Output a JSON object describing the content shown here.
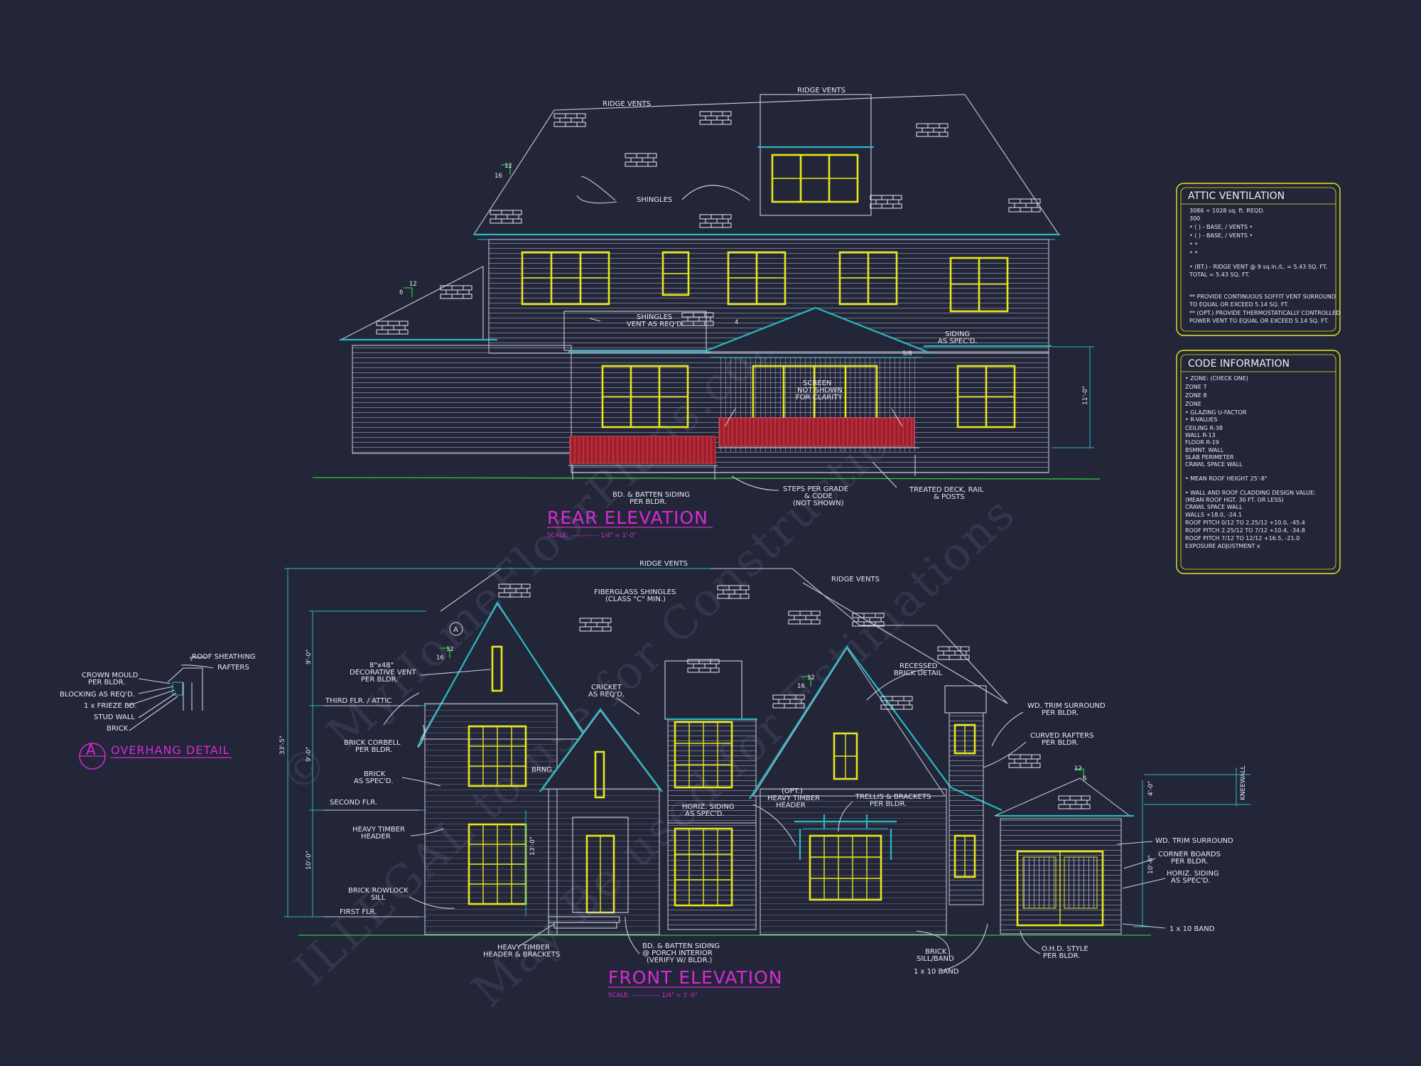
{
  "rear": {
    "title": "REAR ELEVATION",
    "scale": "SCALE: ------------- 1/4\" = 1'-0\"",
    "labels": {
      "ridge_vents_a": "RIDGE VENTS",
      "ridge_vents_b": "RIDGE VENTS",
      "shingles": "SHINGLES",
      "shingles_vent_1": "SHINGLES",
      "shingles_vent_2": "VENT AS REQ'D.",
      "siding_1": "SIDING",
      "siding_2": "AS SPEC'D.",
      "screen_1": "SCREEN",
      "screen_2": "NOT SHOWN",
      "screen_3": "FOR CLARITY",
      "batten_1": "BD. & BATTEN SIDING",
      "batten_2": "PER BLDR.",
      "steps_1": "STEPS PER GRADE",
      "steps_2": "& CODE",
      "steps_3": "(NOT SHOWN)",
      "deck_1": "TREATED DECK, RAIL",
      "deck_2": "& POSTS",
      "pitch_main_rise": "12",
      "pitch_main_run": "16",
      "pitch_side_rise": "12",
      "pitch_side_run": "6",
      "pitch_porch_rise": "4",
      "pitch_gable": "9/6",
      "dim_right": "11'-0\""
    }
  },
  "front": {
    "title": "FRONT ELEVATION",
    "scale": "SCALE: ------------- 1/4\" = 1'-0\"",
    "labels": {
      "ridge_vents_a": "RIDGE VENTS",
      "ridge_vents_b": "RIDGE VENTS",
      "fiberglass_1": "FIBERGLASS SHINGLES",
      "fiberglass_2": "(CLASS \"C\" MIN.)",
      "vent_1": "8\"x48\"",
      "vent_2": "DECORATIVE VENT",
      "vent_3": "PER BLDR.",
      "cricket_1": "CRICKET",
      "cricket_2": "AS REQ'D.",
      "third_flr": "THIRD FLR. / ATTIC",
      "brick_corbell_1": "BRICK CORBELL",
      "brick_corbell_2": "PER BLDR.",
      "brick_1": "BRICK",
      "brick_2": "AS SPEC'D.",
      "brng": "BRNG.",
      "second_flr": "SECOND FLR.",
      "heavy_timber_1": "HEAVY TIMBER",
      "heavy_timber_2": "HEADER",
      "rowlock_1": "BRICK ROWLOCK",
      "rowlock_2": "SILL",
      "first_flr": "FIRST FLR.",
      "ht_brackets_1": "HEAVY TIMBER",
      "ht_brackets_2": "HEADER & BRACKETS",
      "bd_batten_1": "BD. & BATTEN SIDING",
      "bd_batten_2": "@ PORCH INTERIOR",
      "bd_batten_3": "(VERIFY W/ BLDR.)",
      "horiz_siding_1": "HORIZ. SIDING",
      "horiz_siding_2": "AS SPEC'D.",
      "opt_ht_1": "(OPT.)",
      "opt_ht_2": "HEAVY TIMBER",
      "opt_ht_3": "HEADER",
      "trellis_1": "TRELLIS & BRACKETS",
      "trellis_2": "PER BLDR.",
      "recessed_1": "RECESSED",
      "recessed_2": "BRICK DETAIL",
      "wd_trim_1": "WD. TRIM SURROUND",
      "wd_trim_2": "PER BLDR.",
      "curved_1": "CURVED RAFTERS",
      "curved_2": "PER BLDR.",
      "wd_trim_surround": "WD. TRIM SURROUND",
      "corner_1": "CORNER BOARDS",
      "corner_2": "PER BLDR.",
      "horiz2_1": "HORIZ. SIDING",
      "horiz2_2": "AS SPEC'D.",
      "band_right": "1 x 10 BAND",
      "ohd_1": "O.H.D. STYLE",
      "ohd_2": "PER BLDR.",
      "brick_sill_1": "BRICK",
      "brick_sill_2": "SILL/BAND",
      "band_bottom": "1 x 10 BAND",
      "kneewall": "KNEEWALL",
      "dim_top": "9'-0\"",
      "dim_mid": "9'-0\"",
      "dim_low": "10'-0\"",
      "dim_total": "33'-5\"",
      "dim_door": "13'-0\"",
      "dim_knee": "4'-0\"",
      "dim_garage": "10'-0\"",
      "pitch_a_rise": "12",
      "pitch_a_run": "16",
      "pitch_b_rise": "12",
      "pitch_b_run": "16",
      "pitch_c_rise": "12",
      "pitch_c_run": "6",
      "detail_tag": "A"
    }
  },
  "overhang": {
    "title": "OVERHANG DETAIL",
    "tag": "A",
    "labels": {
      "roof_sheathing": "ROOF SHEATHING",
      "rafters": "RAFTERS",
      "crown_1": "CROWN MOULD",
      "crown_2": "PER BLDR.",
      "blocking": "BLOCKING AS REQ'D.",
      "frieze": "1 x FRIEZE BD.",
      "stud": "STUD WALL",
      "brick": "BRICK"
    }
  },
  "attic_box": {
    "title": "ATTIC VENTILATION",
    "lines": [
      "3086 ÷ 1028 sq. ft.  REQD.",
      "300",
      "• (     ) -          BASE,    /     VENTS  •",
      "• (     ) -          BASE,    /     VENTS  •",
      "•                                                        •",
      "•                                                        •",
      "• (BT.) - RIDGE VENT @ 9 sq.in./L.  = 5.43 SQ. FT.",
      "                                         TOTAL       = 5.43 SQ. FT.",
      "",
      "** PROVIDE CONTINUOUS SOFFIT VENT SURROUND",
      "    TO EQUAL OR EXCEED  5.14 SQ. FT.",
      "** (OPT.) PROVIDE THERMOSTATICALLY CONTROLLED",
      "    POWER VENT TO EQUAL OR EXCEED  5.14 SQ. FT."
    ]
  },
  "code_box": {
    "title": "CODE INFORMATION",
    "lines": [
      "• ZONE: (CHECK ONE)",
      "     ZONE 7",
      "     ZONE 8",
      "     ZONE",
      "• GLAZING U-FACTOR",
      "• R-VALUES",
      "     CEILING                     R-38",
      "     WALL                         R-13",
      "     FLOOR                       R-19",
      "     BSMNT. WALL",
      "     SLAB PERIMETER",
      "     CRAWL SPACE WALL",
      "",
      "• MEAN ROOF HEIGHT  25'-8\"",
      "",
      "• WALL AND ROOF CLADDING DESIGN VALUE:",
      "  (MEAN ROOF HGT. 30 FT. OR LESS)",
      "     CRAWL SPACE WALL",
      "     WALLS                                      +18.0, -24.1",
      "     ROOF PITCH 0/12 TO 2.25/12   +10.0, -45.4",
      "     ROOF PITCH 2.25/12 TO 7/12   +10.4, -34.8",
      "     ROOF PITCH 7/12 TO 12/12     +16.5, -21.0",
      "     EXPOSURE ADJUSTMENT          x"
    ]
  },
  "watermark": {
    "line1": "© MyHomeFloorPlans.com",
    "line2": "ILLEGAL to use for Construction",
    "line3": "May Be used for Estimations"
  },
  "colors": {
    "background": "#232638",
    "cyan": "#27b8c4",
    "yellow": "#e7e71c",
    "magenta": "#d62bd6",
    "red_rail": "#b0212e",
    "ground": "#2fc83a"
  }
}
